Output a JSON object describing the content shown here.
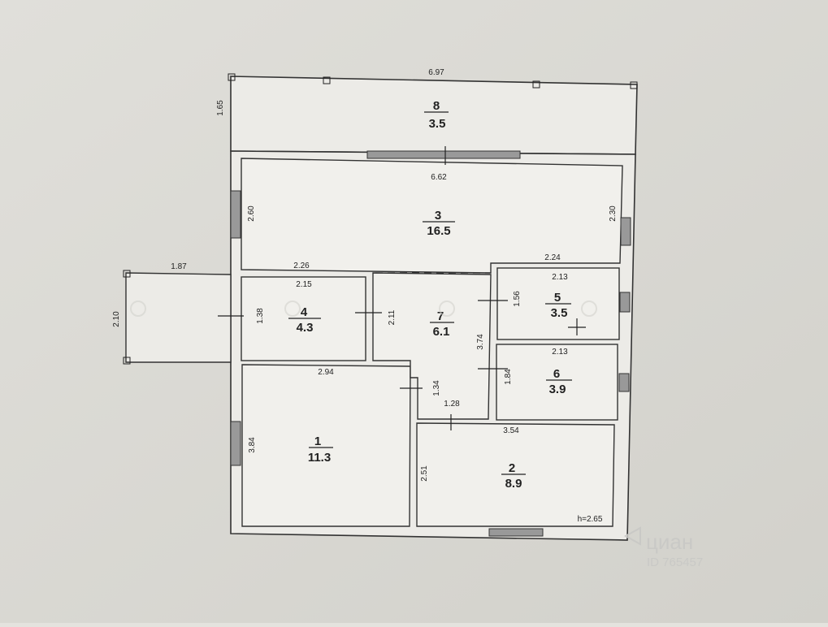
{
  "rooms": [
    {
      "number": "1",
      "area": "11.3"
    },
    {
      "number": "2",
      "area": "8.9"
    },
    {
      "number": "3",
      "area": "16.5"
    },
    {
      "number": "4",
      "area": "4.3"
    },
    {
      "number": "5",
      "area": "3.5"
    },
    {
      "number": "6",
      "area": "3.9"
    },
    {
      "number": "7",
      "area": "6.1"
    },
    {
      "number": "8",
      "area": "3.5"
    }
  ],
  "dimensions": {
    "top_width": "6.97",
    "terrace_depth": "1.65",
    "room3_width": "6.62",
    "room3_depth_left": "2.60",
    "room3_depth_right": "2.30",
    "room3_bottom_left": "2.26",
    "room3_bottom_right": "2.24",
    "porch_width": "1.87",
    "porch_depth": "2.10",
    "room4_width": "2.15",
    "room4_depth": "1.38",
    "corridor_depth": "2.11",
    "corridor_right_depth": "3.74",
    "corridor_lower_depth": "1.34",
    "corridor_lower_width": "1.28",
    "room5_width": "2.13",
    "room5_depth": "1.56",
    "room6_width": "2.13",
    "room6_depth": "1.84",
    "room1_width": "2.94",
    "room1_depth": "3.84",
    "room2_width": "3.54",
    "room2_depth": "2.51",
    "ceiling_height": "h=2.65"
  },
  "watermark": {
    "brand": "циан",
    "id": "ID 765457"
  }
}
